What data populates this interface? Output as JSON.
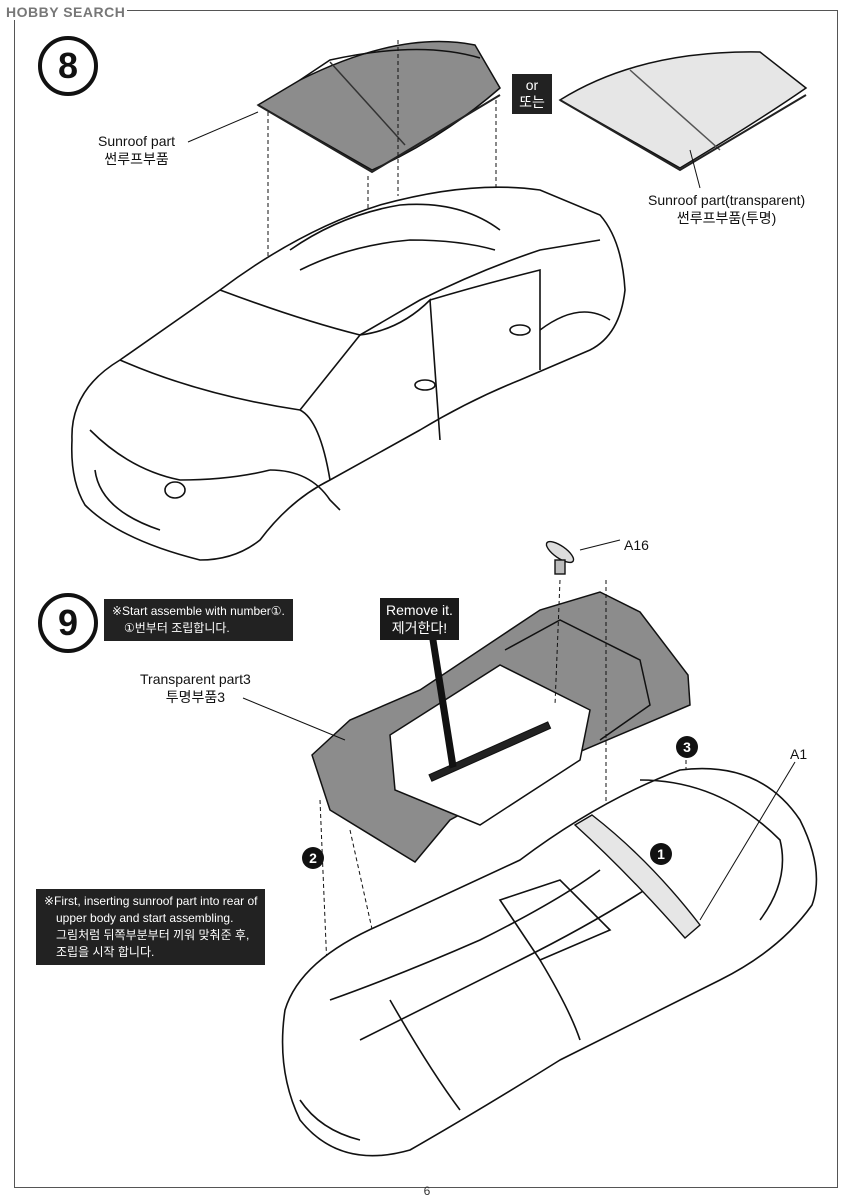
{
  "watermark": "HOBBY SEARCH",
  "step8": {
    "number": "8",
    "or_text": [
      "or",
      "또는"
    ],
    "sunroof_part": [
      "Sunroof part",
      "썬루프부품"
    ],
    "sunroof_transparent": [
      "Sunroof part(transparent)",
      "썬루프부품(투명)"
    ]
  },
  "step9": {
    "number": "9",
    "note_start": [
      "※Start assemble with number①.",
      "①번부터 조립합니다."
    ],
    "remove": [
      "Remove it.",
      "제거한다!"
    ],
    "part_a16": "A16",
    "transparent_part3": [
      "Transparent part3",
      "투명부품3"
    ],
    "part_a1": "A1",
    "order_1": "1",
    "order_2": "2",
    "order_3": "3",
    "note_first": [
      "※First, inserting sunroof part into rear of",
      "upper body and start assembling.",
      "그림처럼 뒤쪽부분부터 끼워 맞춰준 후,",
      "조립을 시작 합니다."
    ]
  },
  "page_number": "6",
  "colors": {
    "part_gray": "#8c8c8c",
    "light_part": "#e6e6e6",
    "ink": "#111111"
  }
}
